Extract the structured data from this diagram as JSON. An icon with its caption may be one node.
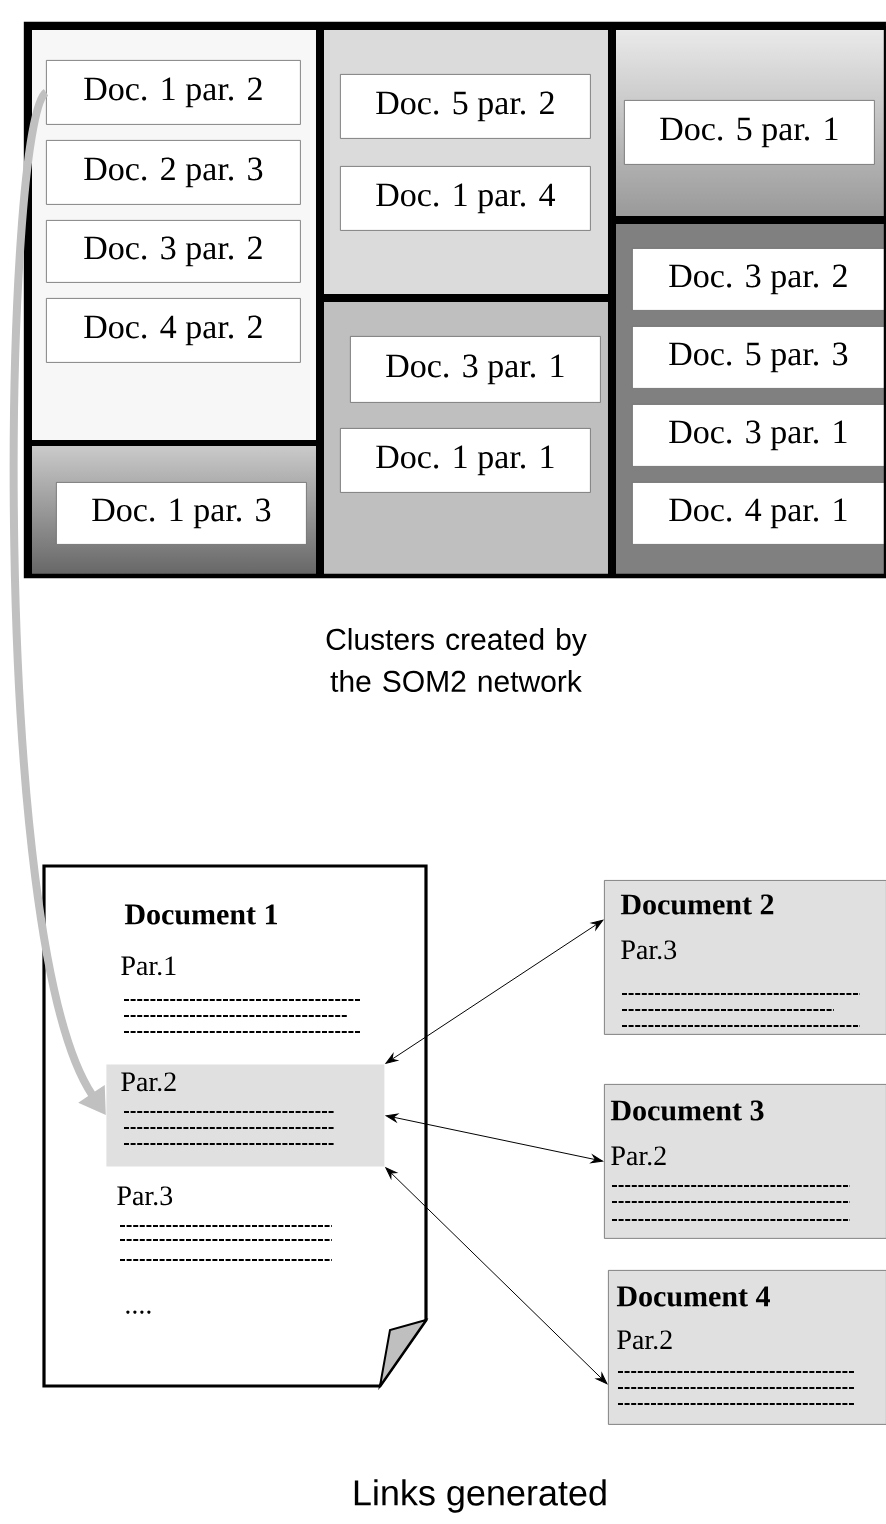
{
  "diagram": {
    "nodes": [
      {
        "text": [],
        "shape": "box"
      },
      {
        "text": [
          "Doc. 1 par. 2"
        ],
        "in": 0
      },
      {
        "text": [
          "Doc. 2 par. 3"
        ],
        "in": 0
      },
      {
        "text": [
          "Doc. 3 par. 2"
        ],
        "in": 0
      },
      {
        "text": [
          "Doc. 4 par. 2"
        ],
        "in": 0
      },
      {
        "text": [],
        "shape": "box"
      },
      {
        "text": [
          "Doc. 1 par. 3"
        ],
        "in": 5
      },
      {
        "text": [],
        "shape": "box"
      },
      {
        "text": [
          "Doc. 5 par. 2"
        ],
        "in": 7
      },
      {
        "text": [
          "Doc. 1 par. 4"
        ],
        "in": 7
      },
      {
        "text": [],
        "shape": "box"
      },
      {
        "text": [
          "Doc. 3 par. 1"
        ],
        "in": 10
      },
      {
        "text": [
          "Doc. 1 par. 1"
        ],
        "in": 10
      },
      {
        "text": [],
        "shape": "box"
      },
      {
        "text": [
          "Doc. 5 par. 1"
        ],
        "in": 13
      },
      {
        "text": [],
        "shape": "box"
      },
      {
        "text": [
          "Doc. 3 par. 2"
        ],
        "in": 15
      },
      {
        "text": [
          "Doc. 5 par. 3"
        ],
        "in": 15
      },
      {
        "text": [
          "Doc. 3 par. 1"
        ],
        "in": 15
      },
      {
        "text": [
          "Doc. 4 par. 1"
        ],
        "in": 15
      },
      {
        "text": [
          "Document 1",
          "Par.1",
          "Par.3",
          "...."
        ]
      },
      {
        "text": [
          "Par.2"
        ],
        "in": 20
      },
      {
        "text": [
          "Document 2",
          "Par.3"
        ]
      },
      {
        "text": [
          "Document 3",
          "Par.2"
        ]
      },
      {
        "text": [
          "Document 4",
          "Par.2"
        ]
      }
    ],
    "edges": [
      {
        "from": 1,
        "to": 21,
        "arrow": "to",
        "style": "thick",
        "color": "#c0c0c0"
      },
      {
        "from": 21,
        "to": 22,
        "arrow": "both"
      },
      {
        "from": 21,
        "to": 23,
        "arrow": "both"
      },
      {
        "from": 21,
        "to": 24,
        "arrow": "both"
      }
    ],
    "labels": [
      "Clusters created by the SOM2 network",
      "Links generated"
    ]
  }
}
